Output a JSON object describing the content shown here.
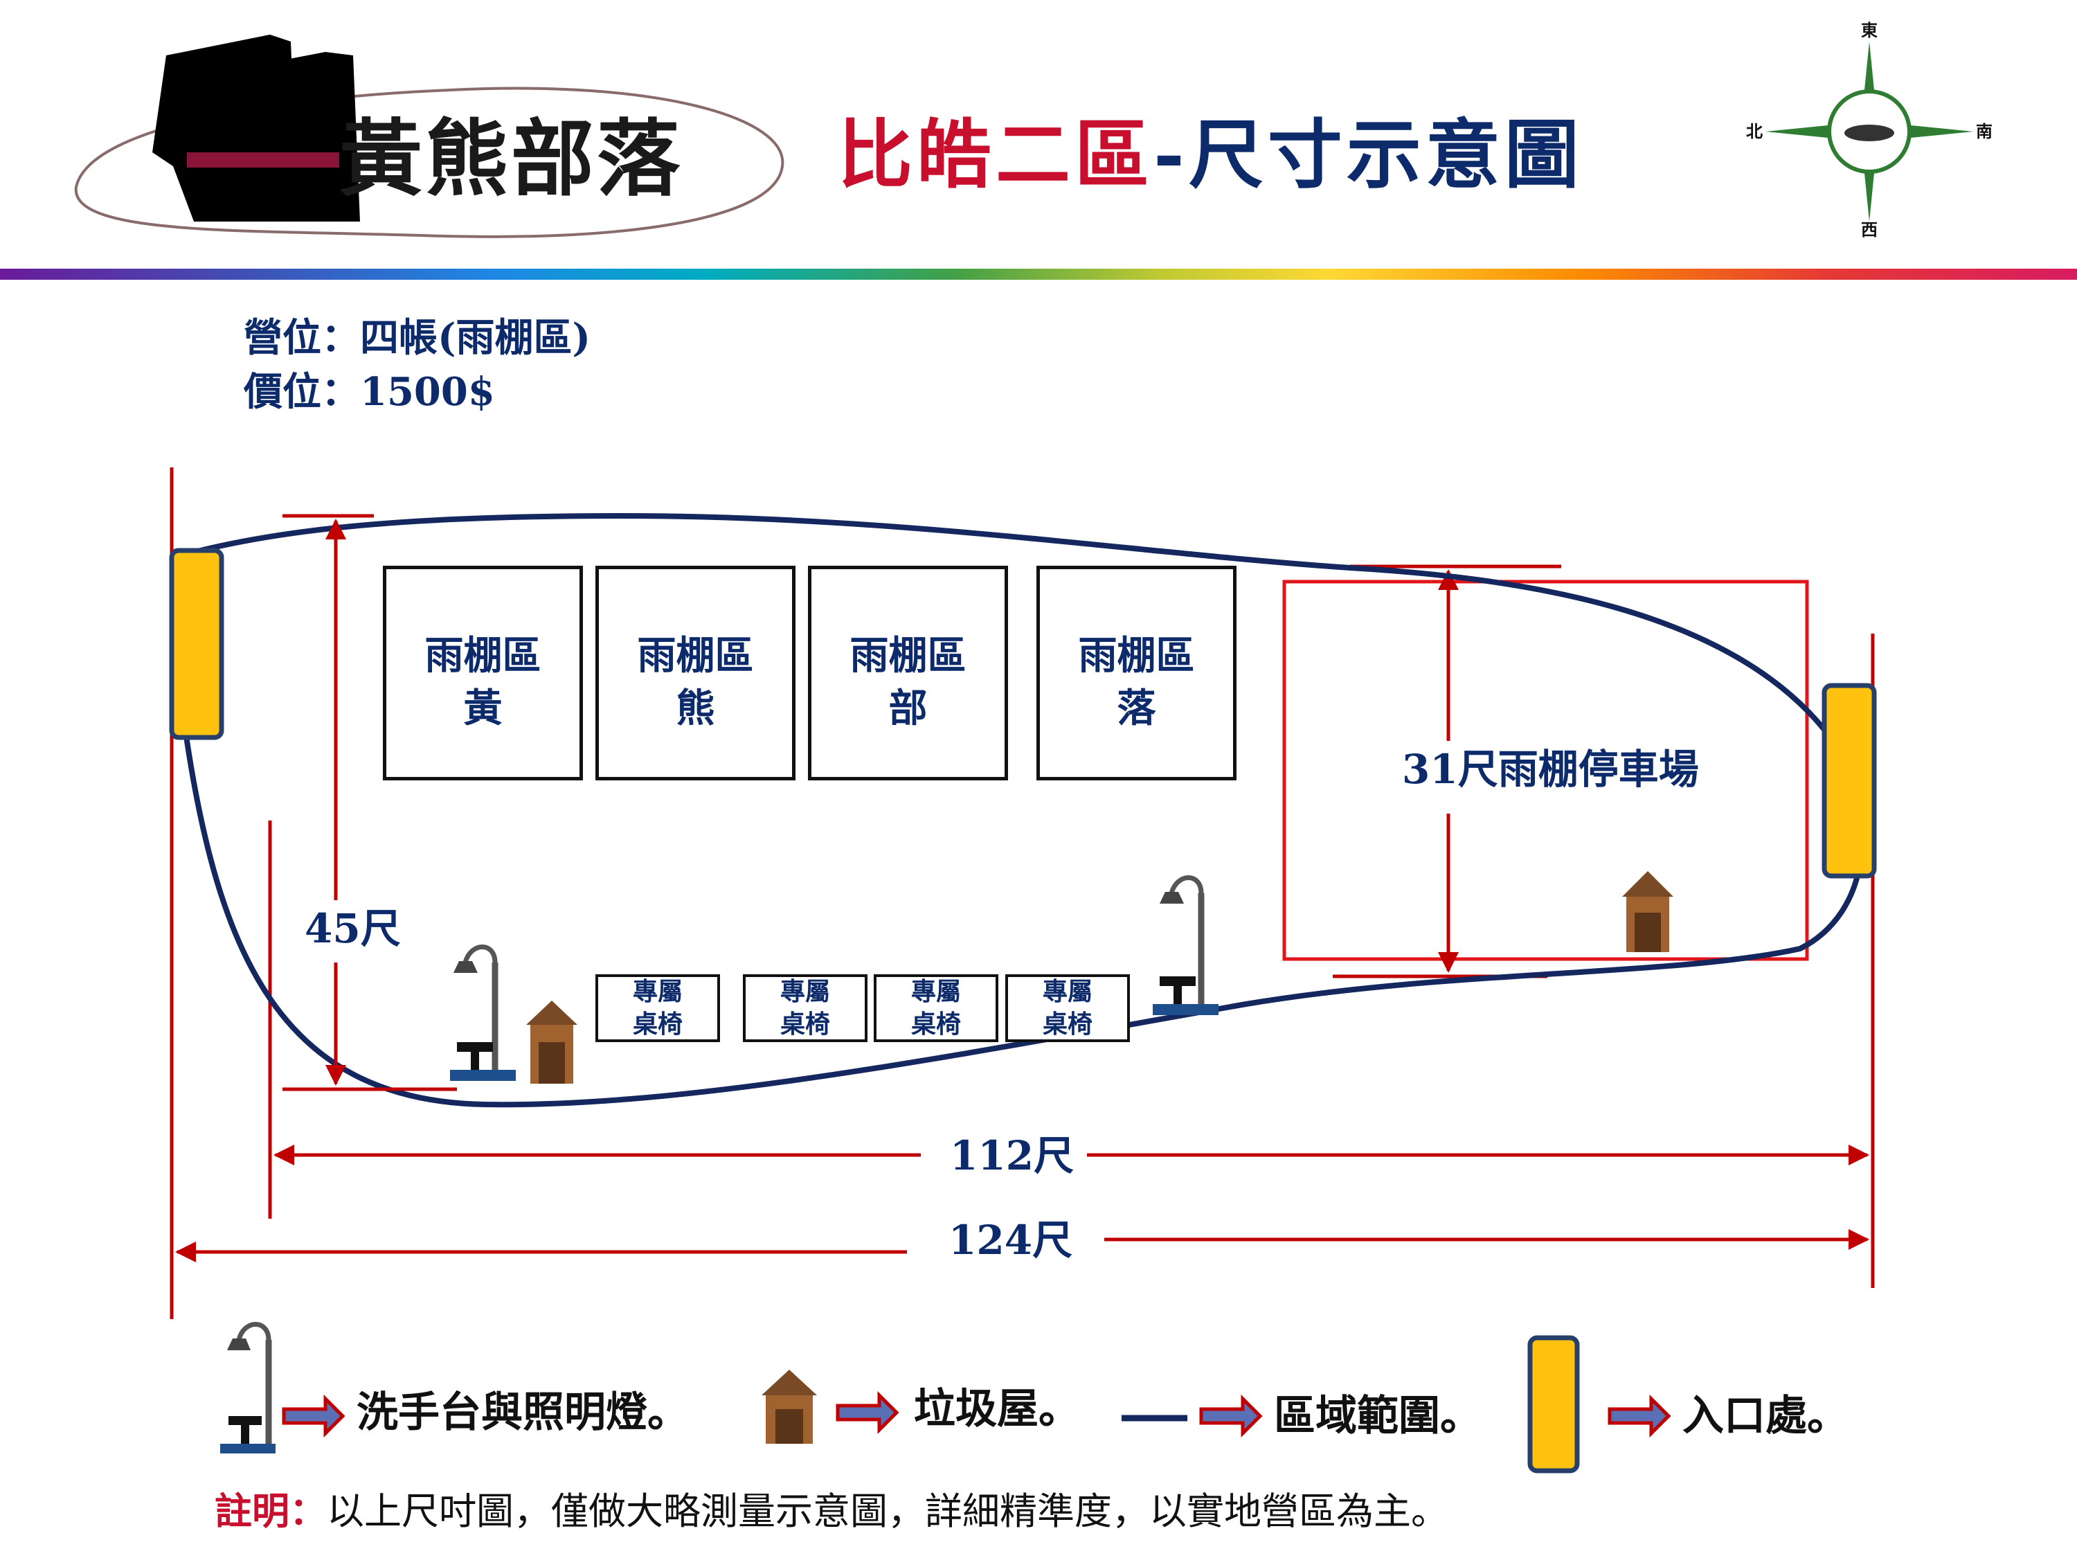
{
  "header": {
    "logo_text": "黃熊部落",
    "title_red_part": "比皓二區",
    "title_blue_part": "-尺寸示意圖",
    "compass": {
      "east": "東",
      "north": "北",
      "south": "南",
      "west": "西"
    }
  },
  "info": {
    "site": "營位：四帳(雨棚區)",
    "price": "價位：1500$"
  },
  "tents": [
    {
      "line1": "雨棚區",
      "line2": "黃"
    },
    {
      "line1": "雨棚區",
      "line2": "熊"
    },
    {
      "line1": "雨棚區",
      "line2": "部"
    },
    {
      "line1": "雨棚區",
      "line2": "落"
    }
  ],
  "tables": [
    {
      "line1": "專屬",
      "line2": "桌椅"
    },
    {
      "line1": "專屬",
      "line2": "桌椅"
    },
    {
      "line1": "專屬",
      "line2": "桌椅"
    },
    {
      "line1": "專屬",
      "line2": "桌椅"
    }
  ],
  "dimensions": {
    "height": "45尺",
    "parking_num": "31尺",
    "parking_label": "雨棚停車場",
    "inner_width": "112尺",
    "outer_width": "124尺"
  },
  "legend": {
    "sink_light": "洗手台與照明燈。",
    "trash_house": "垃圾屋。",
    "area_range": "區域範圍。",
    "entrance": "入口處。"
  },
  "note": {
    "label": "註明：",
    "text": "以上尺吋圖，僅做大略測量示意圖，詳細精準度，以實地營區為主。"
  },
  "colors": {
    "red": "#c8102e",
    "navy": "#0d2b6b",
    "entrance": "#ffc20e",
    "dimension": "#c00000"
  }
}
